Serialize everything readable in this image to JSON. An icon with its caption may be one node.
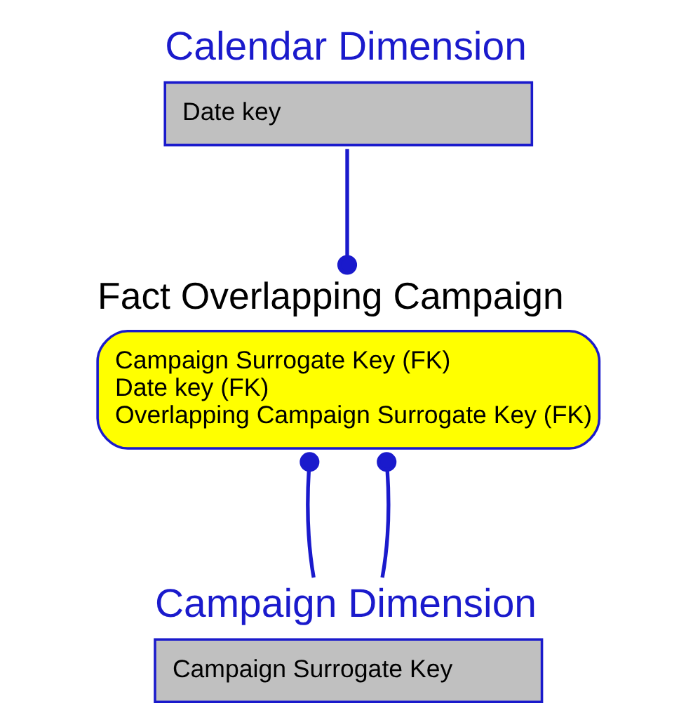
{
  "diagram": {
    "nodes": [
      {
        "text": [
          "Calendar Dimension",
          "Date key"
        ]
      },
      {
        "text": [
          "Fact Overlapping Campaign",
          "Campaign Surrogate Key (FK)",
          "Date key (FK)",
          "Overlapping Campaign Surrogate Key (FK)"
        ]
      },
      {
        "text": [
          "Campaign Dimension",
          "Campaign Surrogate Key"
        ]
      }
    ],
    "edges": [
      {
        "from": 0,
        "to": 1,
        "arrow": "other"
      },
      {
        "from": 2,
        "to": 1,
        "arrow": "other"
      },
      {
        "from": 2,
        "to": 1,
        "arrow": "other"
      }
    ]
  }
}
